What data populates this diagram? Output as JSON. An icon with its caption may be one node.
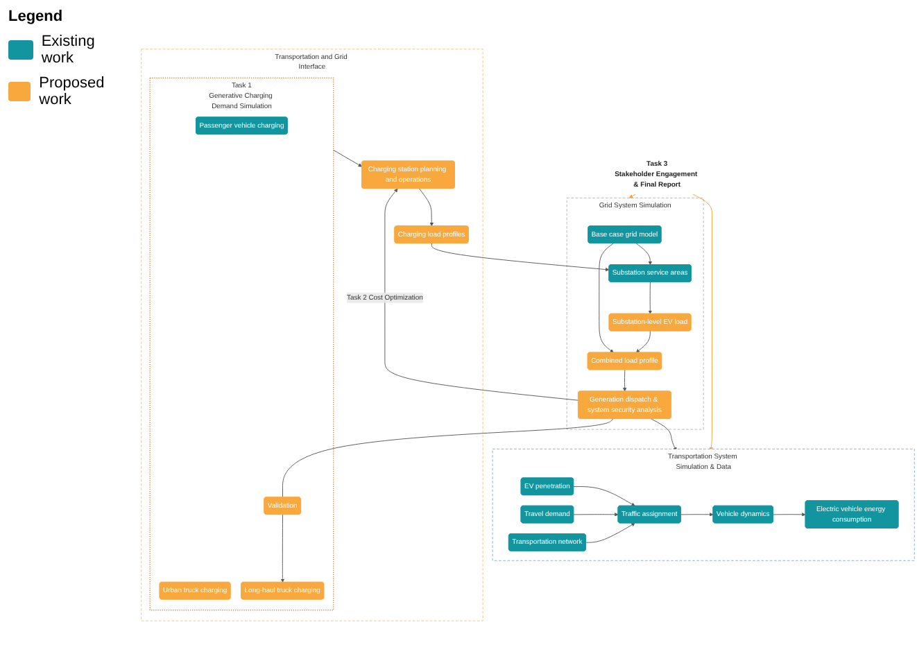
{
  "diagram": {
    "nodes": [
      {
        "text": [
          "Transportation System Simulation & Data"
        ]
      },
      {
        "text": [
          "EV penetration"
        ],
        "in": 0
      },
      {
        "text": [
          "Travel demand"
        ],
        "in": 0
      },
      {
        "text": [
          "Transportation network"
        ],
        "in": 0
      },
      {
        "text": [
          "Traffic assignment"
        ],
        "in": 0
      },
      {
        "text": [
          "Vehicle dynamics"
        ],
        "in": 0
      },
      {
        "text": [
          "Electric vehicle energy consumption"
        ],
        "in": 0
      },
      {
        "text": [
          "Transportation and Grid Interface"
        ]
      },
      {
        "text": [
          "Task 1",
          "Generative Charging Demand Simulation"
        ],
        "in": 7
      },
      {
        "text": [
          "Passenger vehicle charging"
        ],
        "in": 8
      },
      {
        "text": [
          "Urban truck charging"
        ],
        "in": 8
      },
      {
        "text": [
          "Long-haul truck charging"
        ],
        "in": 8
      },
      {
        "text": [
          "Validation"
        ],
        "in": 8
      },
      {
        "text": [
          "Charging station planning and operations"
        ],
        "in": 7
      },
      {
        "text": [
          "Charging load profiles"
        ],
        "in": 7
      },
      {
        "text": [
          "Grid System Simulation"
        ]
      },
      {
        "text": [
          "Base case grid model"
        ],
        "in": 15
      },
      {
        "text": [
          "Substation service areas"
        ],
        "in": 15
      },
      {
        "text": [
          "Substation-level EV load"
        ],
        "in": 15
      },
      {
        "text": [
          "Combined load profile"
        ],
        "in": 15
      },
      {
        "text": [
          "Generation dispatch & system security analysis"
        ],
        "in": 15
      },
      {
        "text": [
          "Task 3",
          "Stakeholder Engagement & Final Report"
        ]
      }
    ],
    "edges": [
      {
        "from": 1,
        "to": 4,
        "arrow": "to"
      },
      {
        "from": 2,
        "to": 4,
        "arrow": "to"
      },
      {
        "from": 3,
        "to": 4,
        "arrow": "to"
      },
      {
        "from": 4,
        "to": 5,
        "arrow": "to"
      },
      {
        "from": 5,
        "to": 6,
        "arrow": "to"
      },
      {
        "from": 12,
        "to": 11,
        "arrow": "to"
      },
      {
        "from": 8,
        "to": 13,
        "arrow": "to"
      },
      {
        "from": 13,
        "to": 14,
        "arrow": "to"
      },
      {
        "from": 14,
        "to": 17,
        "arrow": "to"
      },
      {
        "from": 16,
        "to": 17,
        "arrow": "to"
      },
      {
        "from": 16,
        "to": 19,
        "arrow": "to"
      },
      {
        "from": 17,
        "to": 18,
        "arrow": "to"
      },
      {
        "from": 18,
        "to": 19,
        "arrow": "to"
      },
      {
        "from": 19,
        "to": 20,
        "arrow": "to"
      },
      {
        "from": 20,
        "to": 13,
        "arrow": "to",
        "label": "Task 2 Cost Optimization"
      },
      {
        "from": 20,
        "to": 12,
        "arrow": "none"
      },
      {
        "from": 20,
        "to": 0,
        "arrow": "to"
      },
      {
        "from": 21,
        "to": 0,
        "arrow": "to",
        "color": "#f5a030"
      },
      {
        "from": 21,
        "to": 15,
        "arrow": "to",
        "color": "#f5a030"
      }
    ],
    "labels": [
      "Legend"
    ],
    "legend": [
      {
        "text": "Existing work",
        "color": "#12959f"
      },
      {
        "text": "Proposed work",
        "color": "#f9a83e"
      }
    ]
  }
}
